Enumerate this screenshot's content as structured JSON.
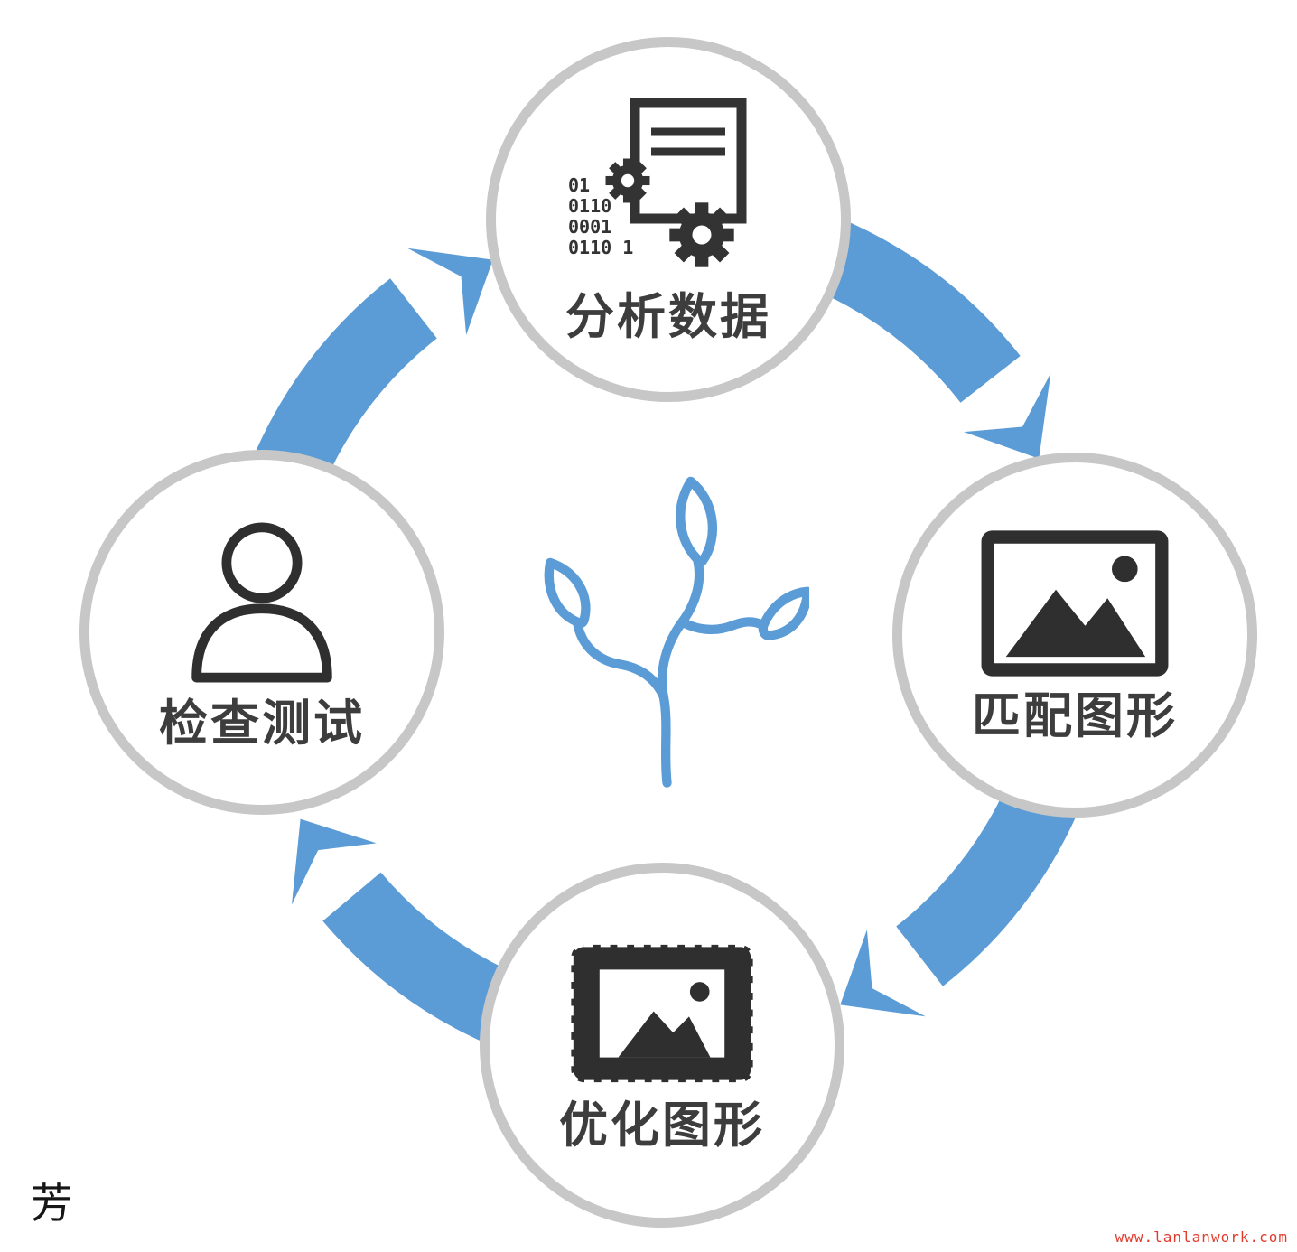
{
  "diagram": {
    "type": "cycle",
    "direction": "clockwise",
    "center_icon": "tree-sapling-icon",
    "colors": {
      "arrow_blue": "#5b9cd6",
      "circle_border": "#c7c7c7",
      "icon_dark": "#2f2f2f",
      "label_text": "#3d3d3d"
    },
    "nodes": [
      {
        "position": "top",
        "label": "分析数据",
        "icon": "data-analysis-icon"
      },
      {
        "position": "right",
        "label": "匹配图形",
        "icon": "image-match-icon"
      },
      {
        "position": "bottom",
        "label": "优化图形",
        "icon": "framed-picture-icon"
      },
      {
        "position": "left",
        "label": "检查测试",
        "icon": "person-review-icon"
      }
    ],
    "analyze_icon_binary": [
      "01",
      "0110",
      "0001",
      "0110 1"
    ]
  },
  "watermark": {
    "corner_text": "芳",
    "site_url": "www.lanlanwork.com",
    "url_color": "#e23b2d"
  }
}
